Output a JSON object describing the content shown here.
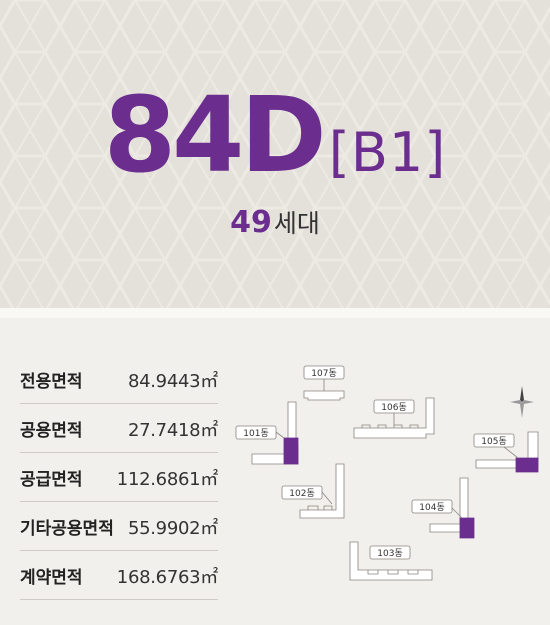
{
  "unit": {
    "type": "84D",
    "suffix": "[B1]",
    "households_count": "49",
    "households_label": "세대"
  },
  "areas": [
    {
      "label": "전용면적",
      "value": "84.9443",
      "unit": "㎡"
    },
    {
      "label": "공용면적",
      "value": "27.7418",
      "unit": "㎡"
    },
    {
      "label": "공급면적",
      "value": "112.6861",
      "unit": "㎡"
    },
    {
      "label": "기타공용면적",
      "value": "55.9902",
      "unit": "㎡"
    },
    {
      "label": "계약면적",
      "value": "168.6763",
      "unit": "㎡"
    }
  ],
  "site_plan": {
    "buildings": [
      {
        "label": "107동",
        "highlighted": false
      },
      {
        "label": "106동",
        "highlighted": false
      },
      {
        "label": "101동",
        "highlighted": true
      },
      {
        "label": "105동",
        "highlighted": true
      },
      {
        "label": "102동",
        "highlighted": false
      },
      {
        "label": "104동",
        "highlighted": true
      },
      {
        "label": "103동",
        "highlighted": false
      }
    ],
    "compass": "compass-rose",
    "highlight_color": "#6b2e8f"
  },
  "colors": {
    "accent": "#6b2e8f",
    "header_bg": "#e4e0da",
    "body_bg": "#f2f0ec"
  }
}
